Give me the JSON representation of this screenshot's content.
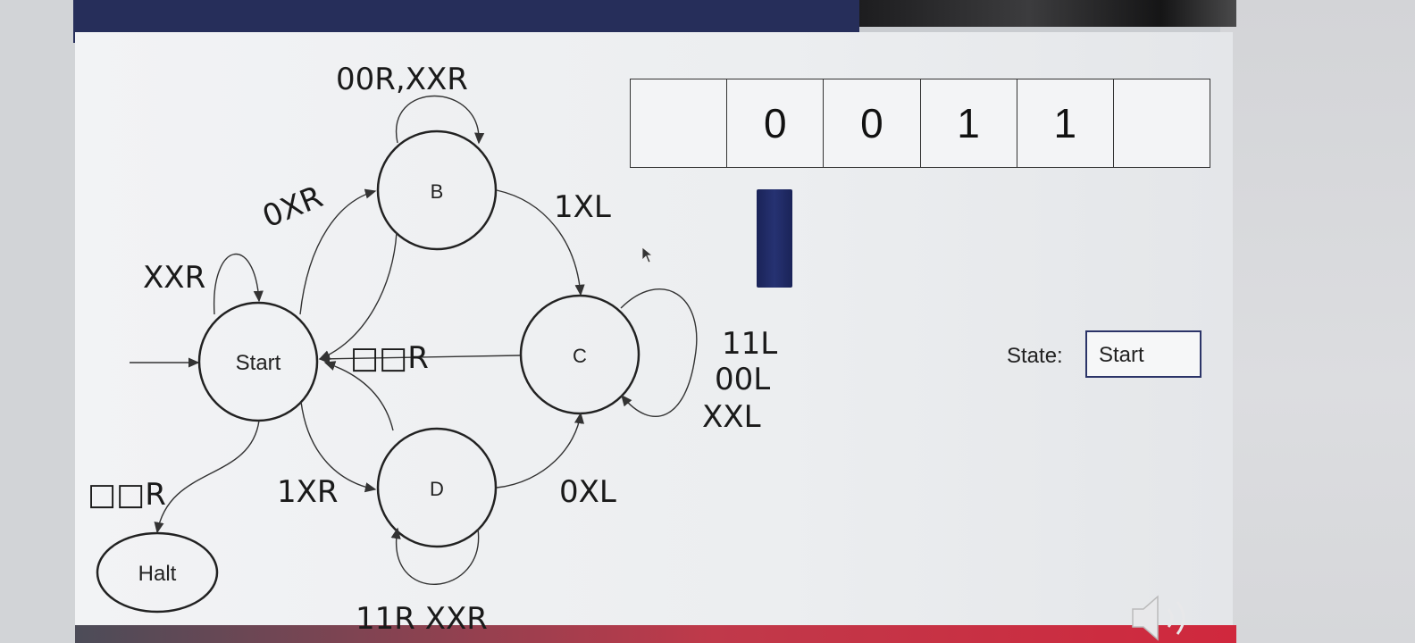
{
  "states": {
    "start": "Start",
    "b": "B",
    "c": "C",
    "d": "D",
    "halt": "Halt"
  },
  "transitions": {
    "start_loop": "XXR",
    "start_to_b": "0XR",
    "b_loop": "00R,XXR",
    "b_to_c": "1XL",
    "c_to_start": "□□R",
    "c_loop": [
      "11L",
      "00L",
      "XXL"
    ],
    "start_to_d": "1XR",
    "d_to_c": "0XL",
    "d_loop": "11R XXR",
    "start_to_halt": "□□R"
  },
  "tape": {
    "cells": [
      "",
      "0",
      "0",
      "1",
      "1",
      ""
    ],
    "head_index": 1
  },
  "status": {
    "label": "State:",
    "value": "Start"
  },
  "colors": {
    "header_bar": "#262e5a",
    "tape_head": "#1f2a66",
    "footer_bar": "#d0283d"
  },
  "icons": {
    "pointer": "mouse-pointer-icon",
    "speaker": "speaker-icon"
  }
}
